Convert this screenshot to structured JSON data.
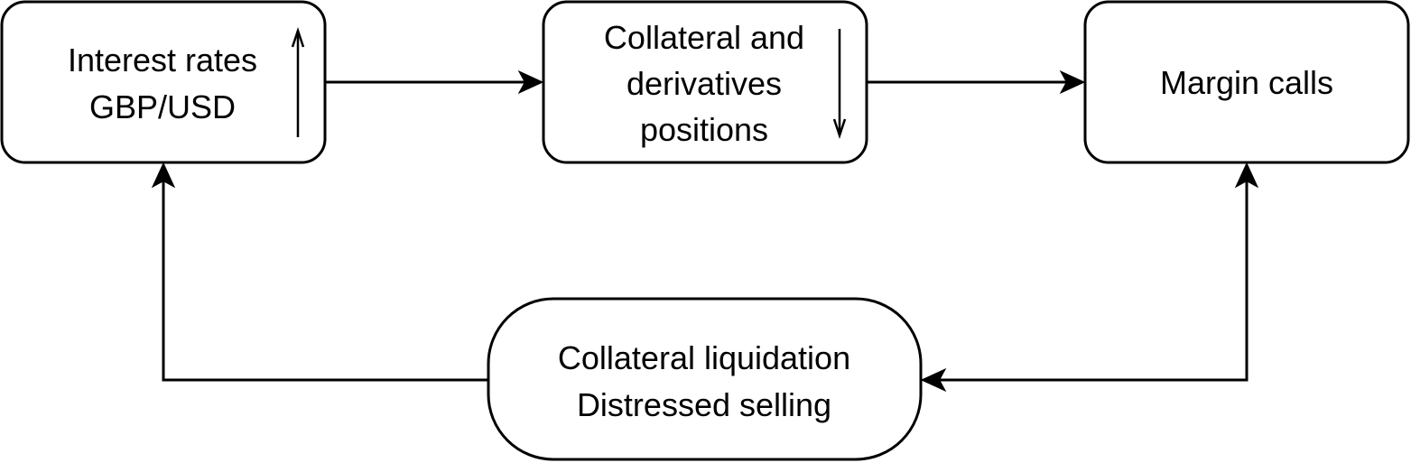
{
  "diagram": {
    "nodes": {
      "interest_rates": {
        "line1": "Interest rates",
        "line2": "GBP/USD",
        "indicator": "up"
      },
      "collateral_positions": {
        "line1": "Collateral and",
        "line2": "derivatives",
        "line3": "positions",
        "indicator": "down"
      },
      "margin_calls": {
        "line1": "Margin calls"
      },
      "liquidation": {
        "line1": "Collateral liquidation",
        "line2": "Distressed selling"
      }
    },
    "edges": [
      {
        "from": "interest_rates",
        "to": "collateral_positions"
      },
      {
        "from": "collateral_positions",
        "to": "margin_calls"
      },
      {
        "from": "margin_calls",
        "to": "liquidation"
      },
      {
        "from": "liquidation",
        "to": "interest_rates"
      }
    ],
    "colors": {
      "stroke": "#000000",
      "fill": "#ffffff",
      "text": "#000000"
    }
  }
}
